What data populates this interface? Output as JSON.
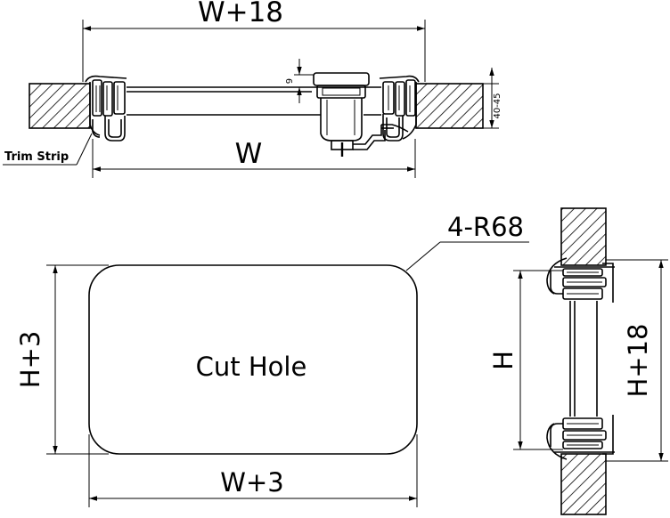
{
  "labels": {
    "top_width": "W+18",
    "gap_height": "9",
    "panel_thickness": "40-45",
    "trim_strip": "Trim Strip",
    "width": "W",
    "corner_radius": "4-R68",
    "cut_hole": "Cut Hole",
    "hole_height": "H+3",
    "hole_width": "W+3",
    "inner_height": "H",
    "outer_height": "H+18"
  },
  "colors": {
    "line": "#000000",
    "accent": "#e00000"
  }
}
